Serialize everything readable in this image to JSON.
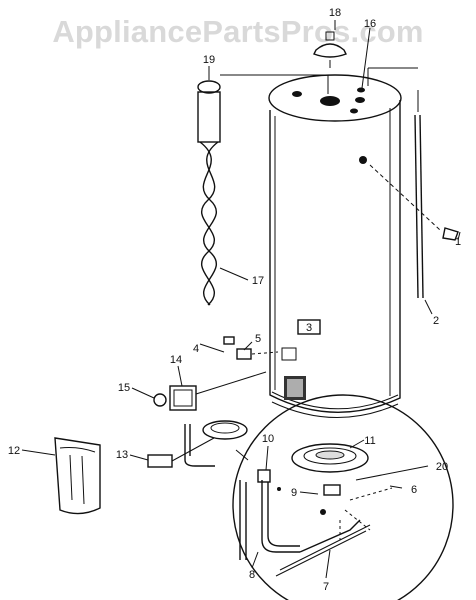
{
  "watermark": "AppliancePartsPros.com",
  "part_numbers": [
    "1",
    "2",
    "3",
    "4",
    "5",
    "6",
    "7",
    "8",
    "9",
    "10",
    "11",
    "12",
    "13",
    "14",
    "15",
    "16",
    "17",
    "18",
    "19",
    "20"
  ]
}
